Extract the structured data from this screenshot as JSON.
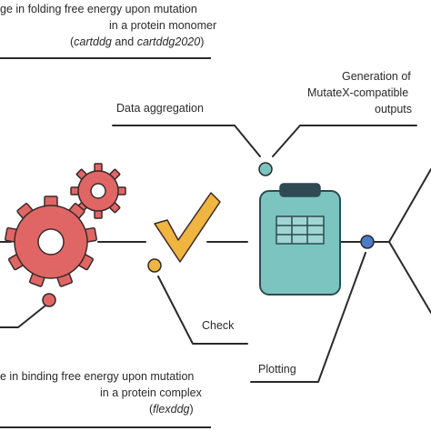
{
  "top_block": {
    "line1": "ge in folding free energy upon mutation",
    "line2": "in a protein monomer",
    "line3_open": "(",
    "line3_tool1": "cartddg",
    "line3_and": " and ",
    "line3_tool2": "cartddg2020",
    "line3_close": ")"
  },
  "bottom_block": {
    "line1": "e in binding free energy upon mutation",
    "line2": "in a protein complex",
    "line3_open": "(",
    "line3_tool": "flexddg",
    "line3_close": ")"
  },
  "steps": {
    "data_aggregation": "Data aggregation",
    "generation_line1": "Generation of",
    "generation_line2": "MutateX-compatible",
    "generation_line3": "outputs",
    "check": "Check",
    "plotting": "Plotting"
  },
  "colors": {
    "gear": "#e06666",
    "gear_stroke": "#3a2a2a",
    "checkmark": "#f0b440",
    "clipboard": "#7cc4c0",
    "clipboard_dark": "#2f4a52",
    "node_teal": "#7cc4c0",
    "node_blue": "#4a7ec8",
    "node_orange": "#f0b440",
    "node_red": "#e06666"
  },
  "icons": [
    "gear-icon",
    "checkmark-icon",
    "clipboard-icon"
  ]
}
